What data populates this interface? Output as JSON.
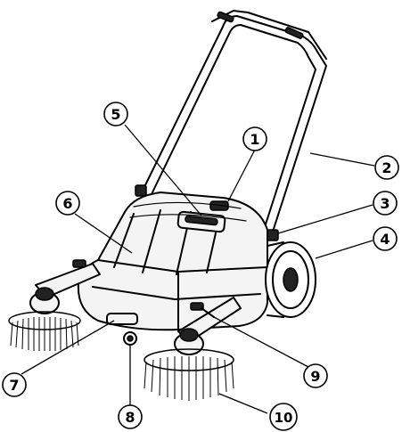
{
  "figure": {
    "callouts": [
      {
        "id": 1,
        "label": "1"
      },
      {
        "id": 2,
        "label": "2"
      },
      {
        "id": 3,
        "label": "3"
      },
      {
        "id": 4,
        "label": "4"
      },
      {
        "id": 5,
        "label": "5"
      },
      {
        "id": 6,
        "label": "6"
      },
      {
        "id": 7,
        "label": "7"
      },
      {
        "id": 8,
        "label": "8"
      },
      {
        "id": 9,
        "label": "9"
      },
      {
        "id": 10,
        "label": "10"
      }
    ]
  }
}
